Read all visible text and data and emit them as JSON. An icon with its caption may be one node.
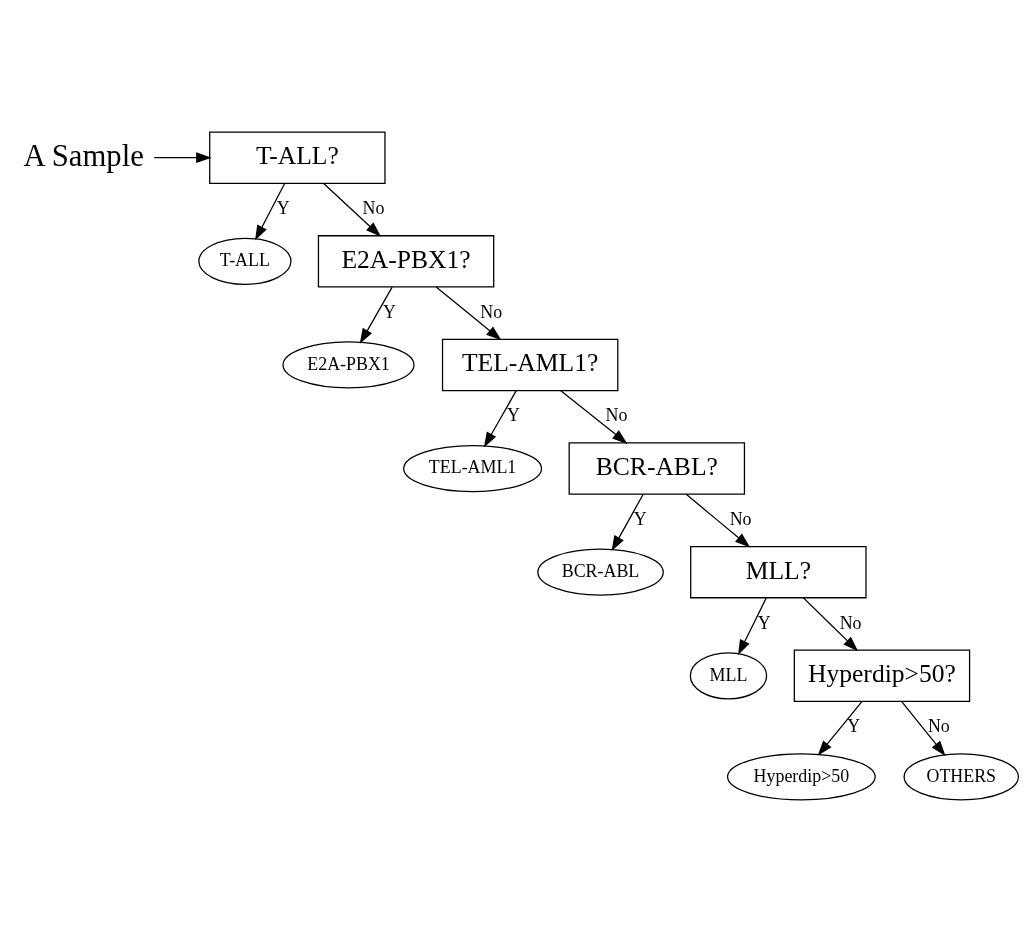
{
  "diagram": {
    "nodes": [
      {
        "text": [
          "A Sample"
        ]
      },
      {
        "text": [
          "T-ALL?"
        ]
      },
      {
        "text": [
          "T-ALL"
        ]
      },
      {
        "text": [
          "E2A-PBX1?"
        ]
      },
      {
        "text": [
          "E2A-PBX1"
        ]
      },
      {
        "text": [
          "TEL-AML1?"
        ]
      },
      {
        "text": [
          "TEL-AML1"
        ]
      },
      {
        "text": [
          "BCR-ABL?"
        ]
      },
      {
        "text": [
          "BCR-ABL"
        ]
      },
      {
        "text": [
          "MLL?"
        ]
      },
      {
        "text": [
          "MLL"
        ]
      },
      {
        "text": [
          "Hyperdip>50?"
        ]
      },
      {
        "text": [
          "Hyperdip>50"
        ]
      },
      {
        "text": [
          "OTHERS"
        ]
      }
    ],
    "edges": [
      {
        "from": 0,
        "to": 1,
        "arrow": "to"
      },
      {
        "from": 1,
        "to": 2,
        "arrow": "to",
        "label": "Y"
      },
      {
        "from": 1,
        "to": 3,
        "arrow": "to",
        "label": "No"
      },
      {
        "from": 3,
        "to": 4,
        "arrow": "to",
        "label": "Y"
      },
      {
        "from": 3,
        "to": 5,
        "arrow": "to",
        "label": "No"
      },
      {
        "from": 5,
        "to": 6,
        "arrow": "to",
        "label": "Y"
      },
      {
        "from": 5,
        "to": 7,
        "arrow": "to",
        "label": "No"
      },
      {
        "from": 7,
        "to": 8,
        "arrow": "to",
        "label": "Y"
      },
      {
        "from": 7,
        "to": 9,
        "arrow": "to",
        "label": "No"
      },
      {
        "from": 9,
        "to": 10,
        "arrow": "to",
        "label": "Y"
      },
      {
        "from": 9,
        "to": 11,
        "arrow": "to",
        "label": "No"
      },
      {
        "from": 11,
        "to": 12,
        "arrow": "to",
        "label": "Y"
      },
      {
        "from": 11,
        "to": 13,
        "arrow": "to",
        "label": "No"
      }
    ]
  }
}
